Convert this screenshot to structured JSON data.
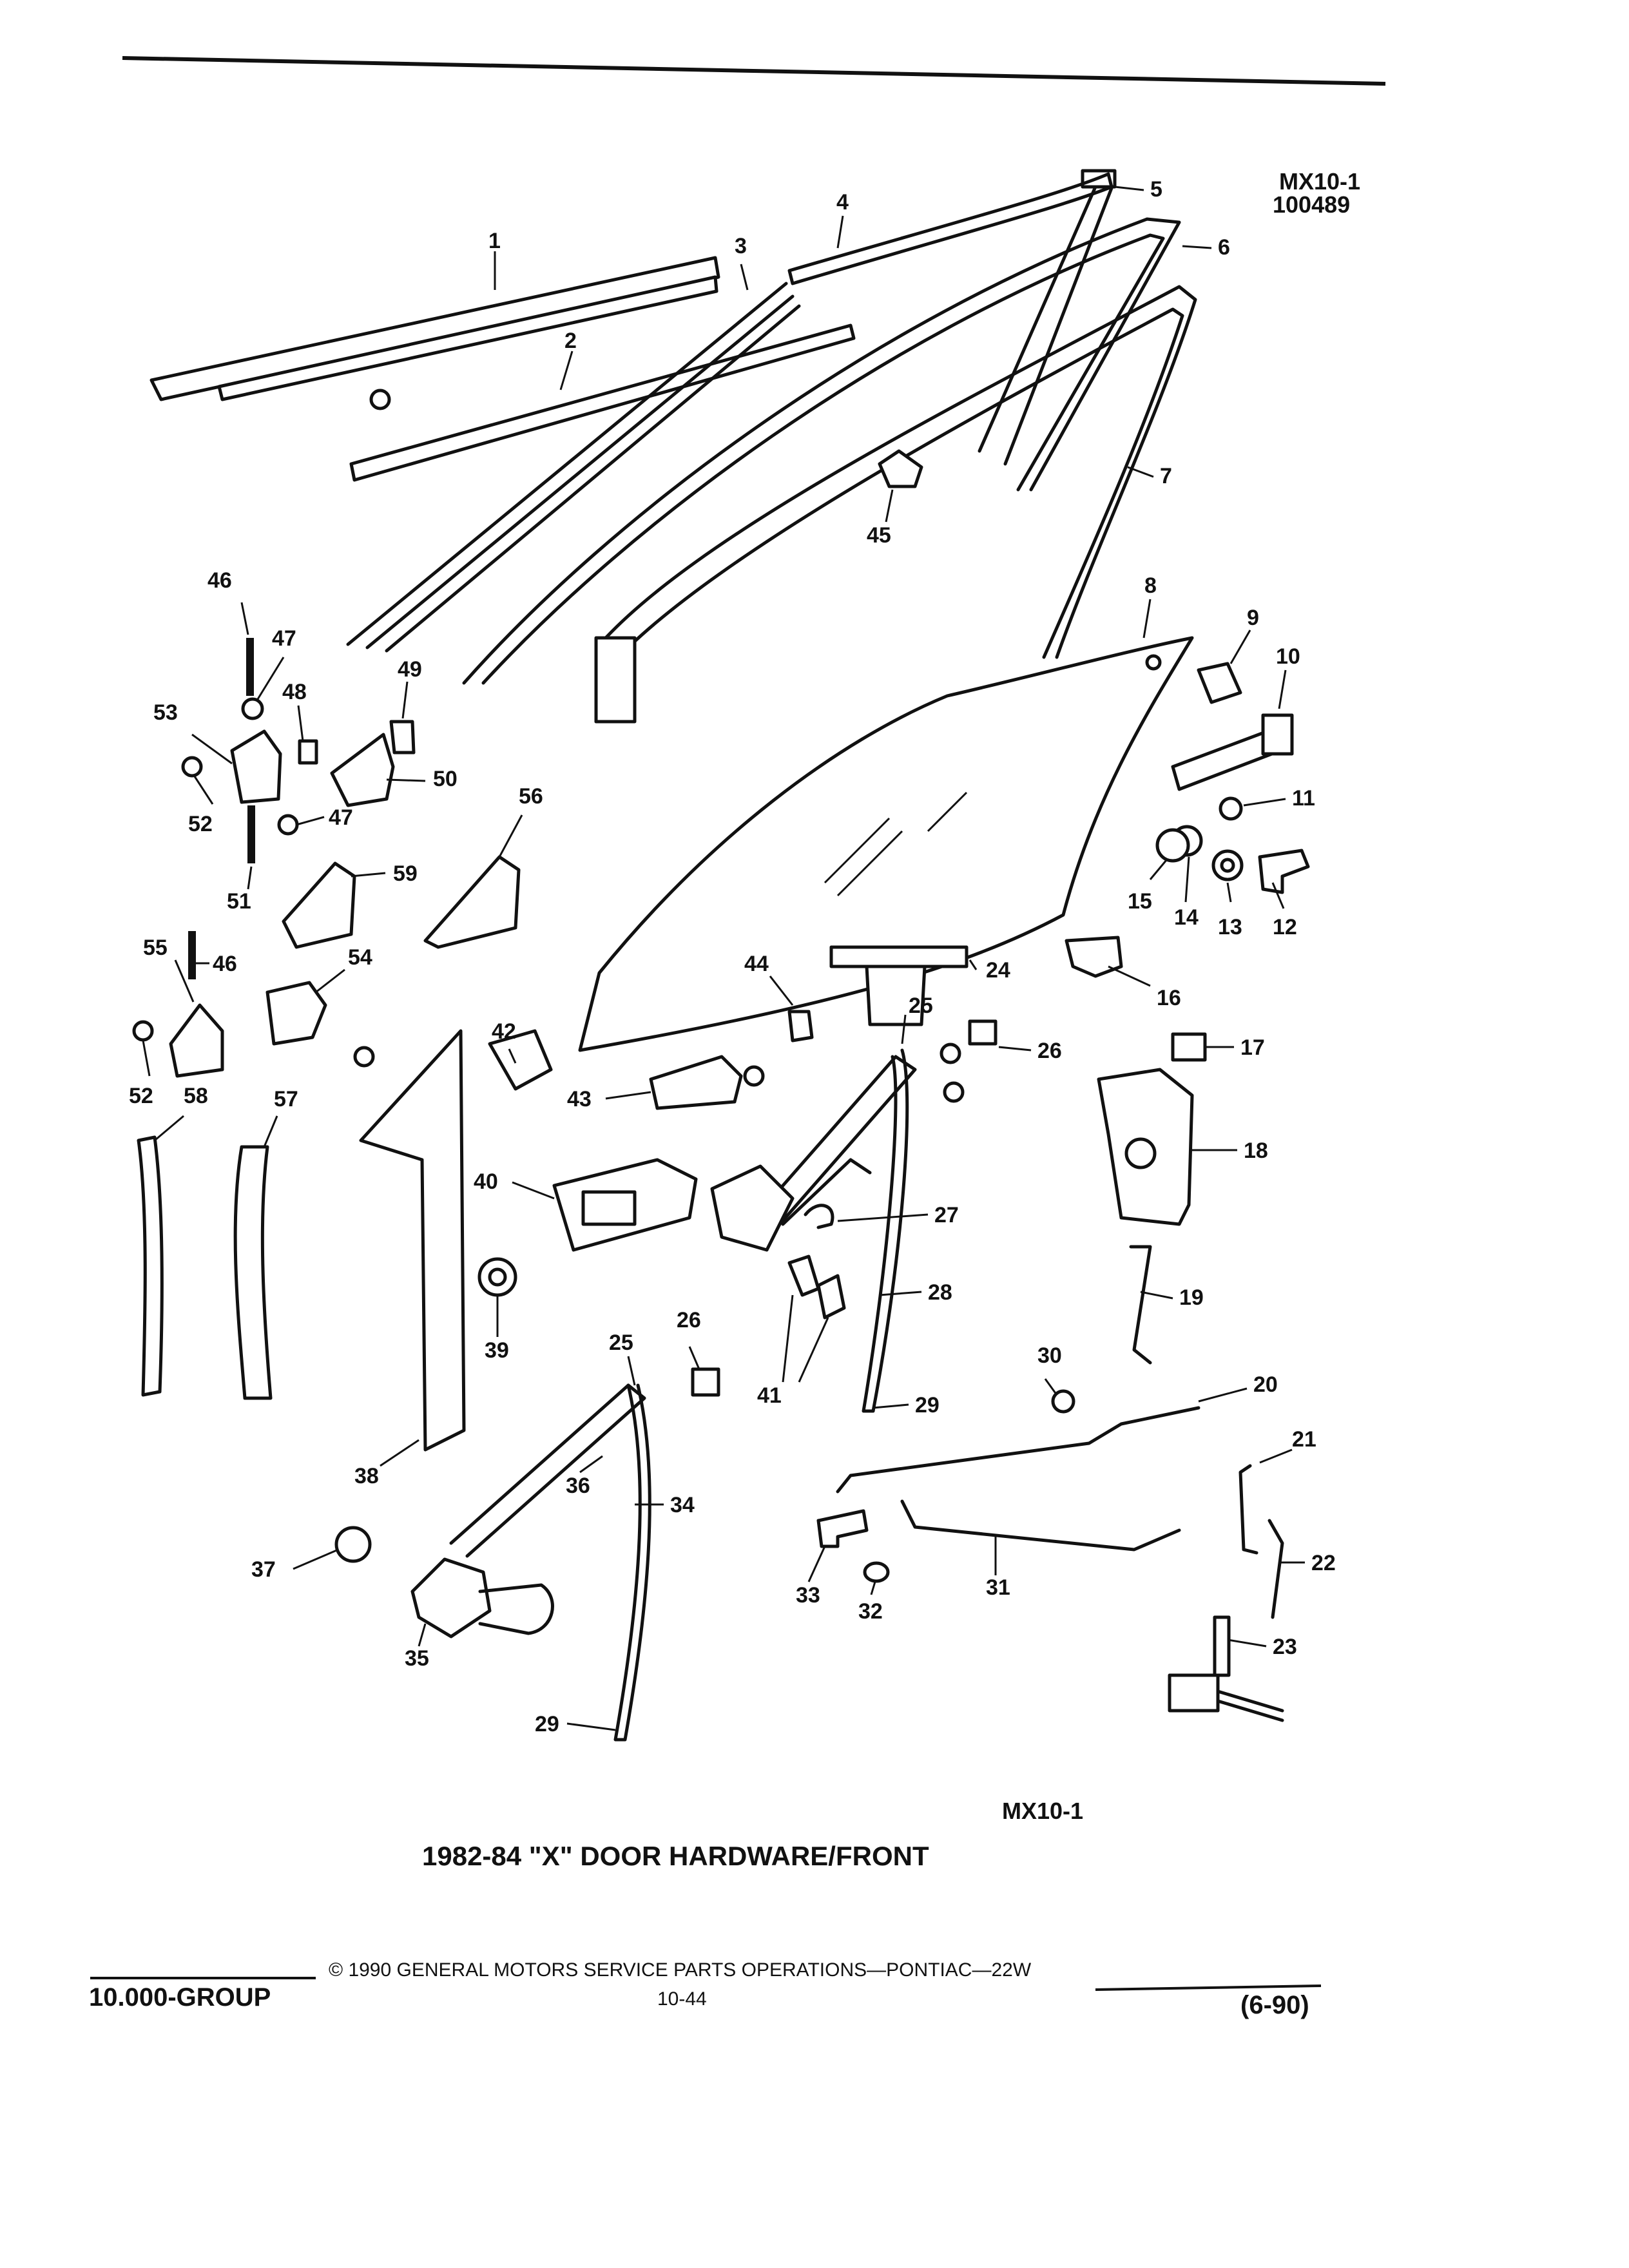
{
  "header": {
    "code": "MX10-1",
    "number": "100489"
  },
  "callouts": [
    "1",
    "2",
    "3",
    "4",
    "5",
    "6",
    "7",
    "8",
    "9",
    "10",
    "11",
    "12",
    "13",
    "14",
    "15",
    "16",
    "17",
    "18",
    "19",
    "20",
    "21",
    "22",
    "23",
    "24",
    "25",
    "26",
    "27",
    "28",
    "29",
    "30",
    "31",
    "32",
    "33",
    "34",
    "35",
    "36",
    "37",
    "38",
    "39",
    "40",
    "41",
    "42",
    "43",
    "44",
    "45",
    "46",
    "47",
    "48",
    "49",
    "50",
    "51",
    "52",
    "53",
    "54",
    "55",
    "56",
    "57",
    "58",
    "59"
  ],
  "repeated_callouts": {
    "n25": "25",
    "n26": "26",
    "n29": "29",
    "n46": "46",
    "n47": "47",
    "n52": "52"
  },
  "figure_code": "MX10-1",
  "figure_title": "1982-84 \"X\" DOOR HARDWARE/FRONT",
  "footer": {
    "copyright": "© 1990 GENERAL MOTORS SERVICE PARTS OPERATIONS—PONTIAC—22W",
    "group": "10.000-GROUP",
    "page": "10-44",
    "date": "(6-90)"
  }
}
